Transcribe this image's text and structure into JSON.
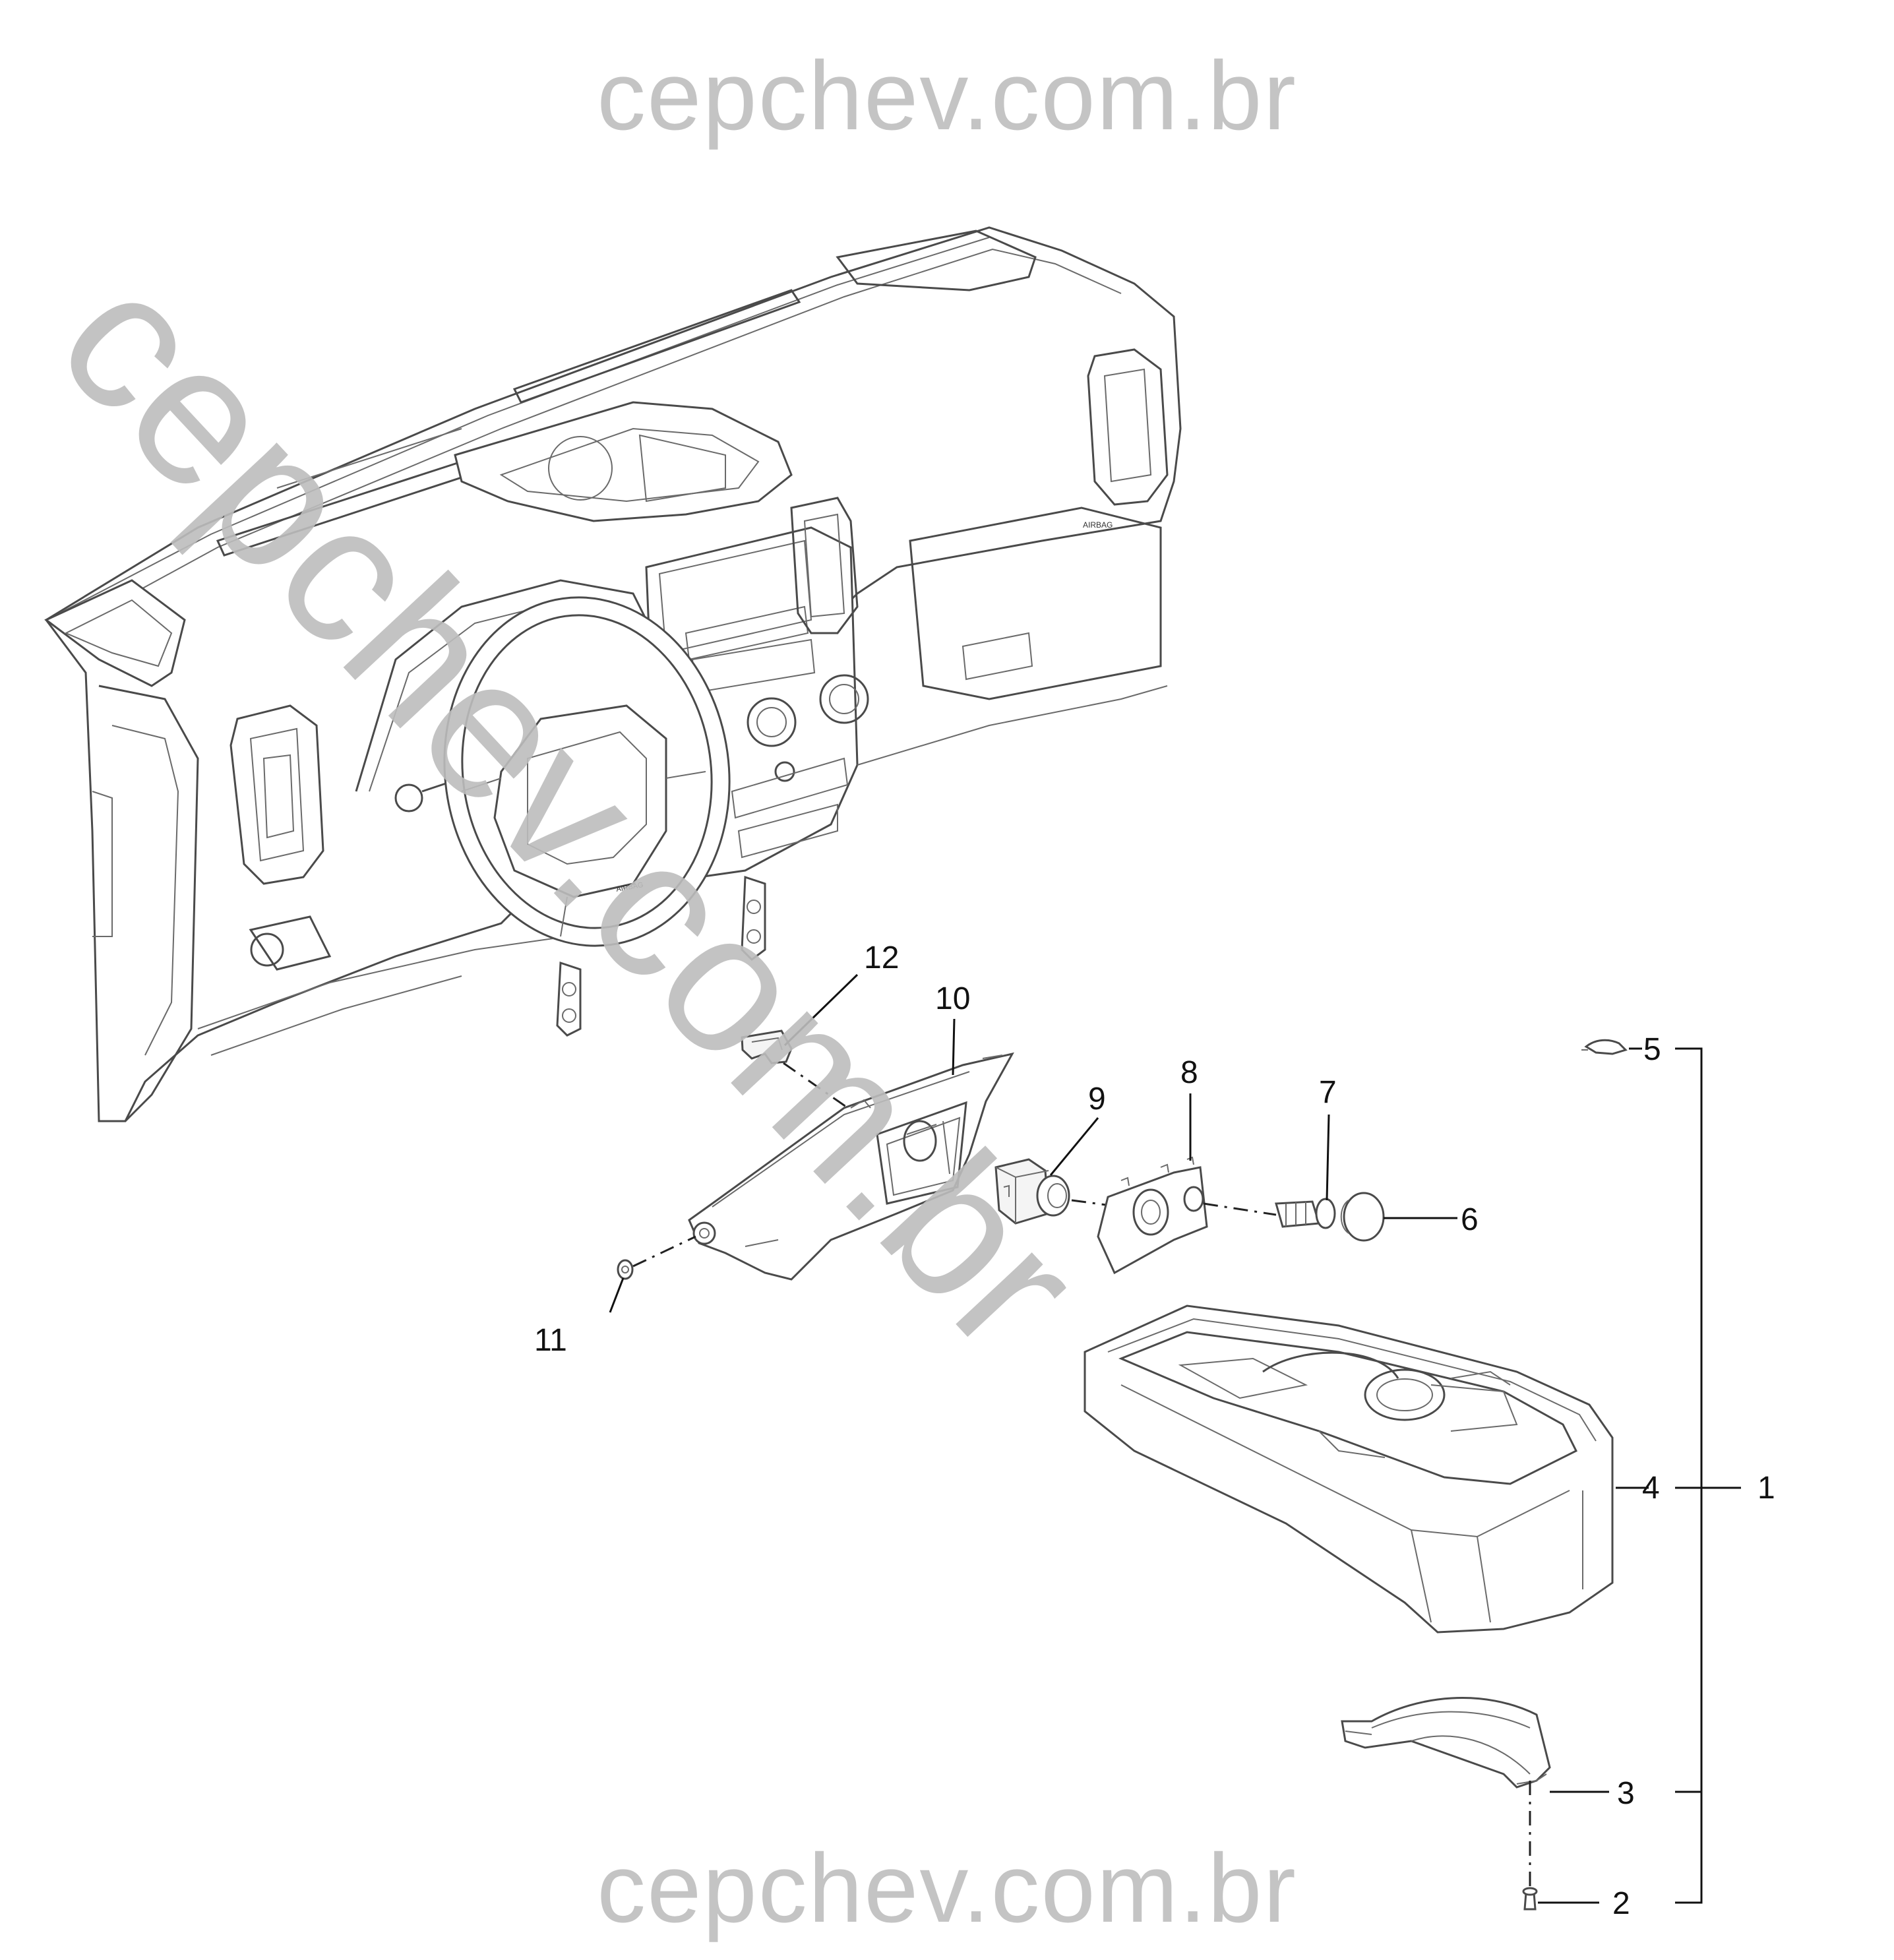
{
  "watermark": {
    "top": "cepchev.com.br",
    "bottom": "cepchev.com.br",
    "diagonal": "cepchev.com.br"
  },
  "dashboard_labels": {
    "airbag_passenger": "AIRBAG",
    "airbag_wheel": "AIRBAG"
  },
  "callouts": {
    "c1": "1",
    "c2": "2",
    "c3": "3",
    "c4": "4",
    "c5": "5",
    "c6": "6",
    "c7": "7",
    "c8": "8",
    "c9": "9",
    "c10": "10",
    "c11": "11",
    "c12": "12"
  },
  "colors": {
    "line": "#4a4a4a",
    "watermark": "#c4c4c4",
    "text": "#111111"
  }
}
